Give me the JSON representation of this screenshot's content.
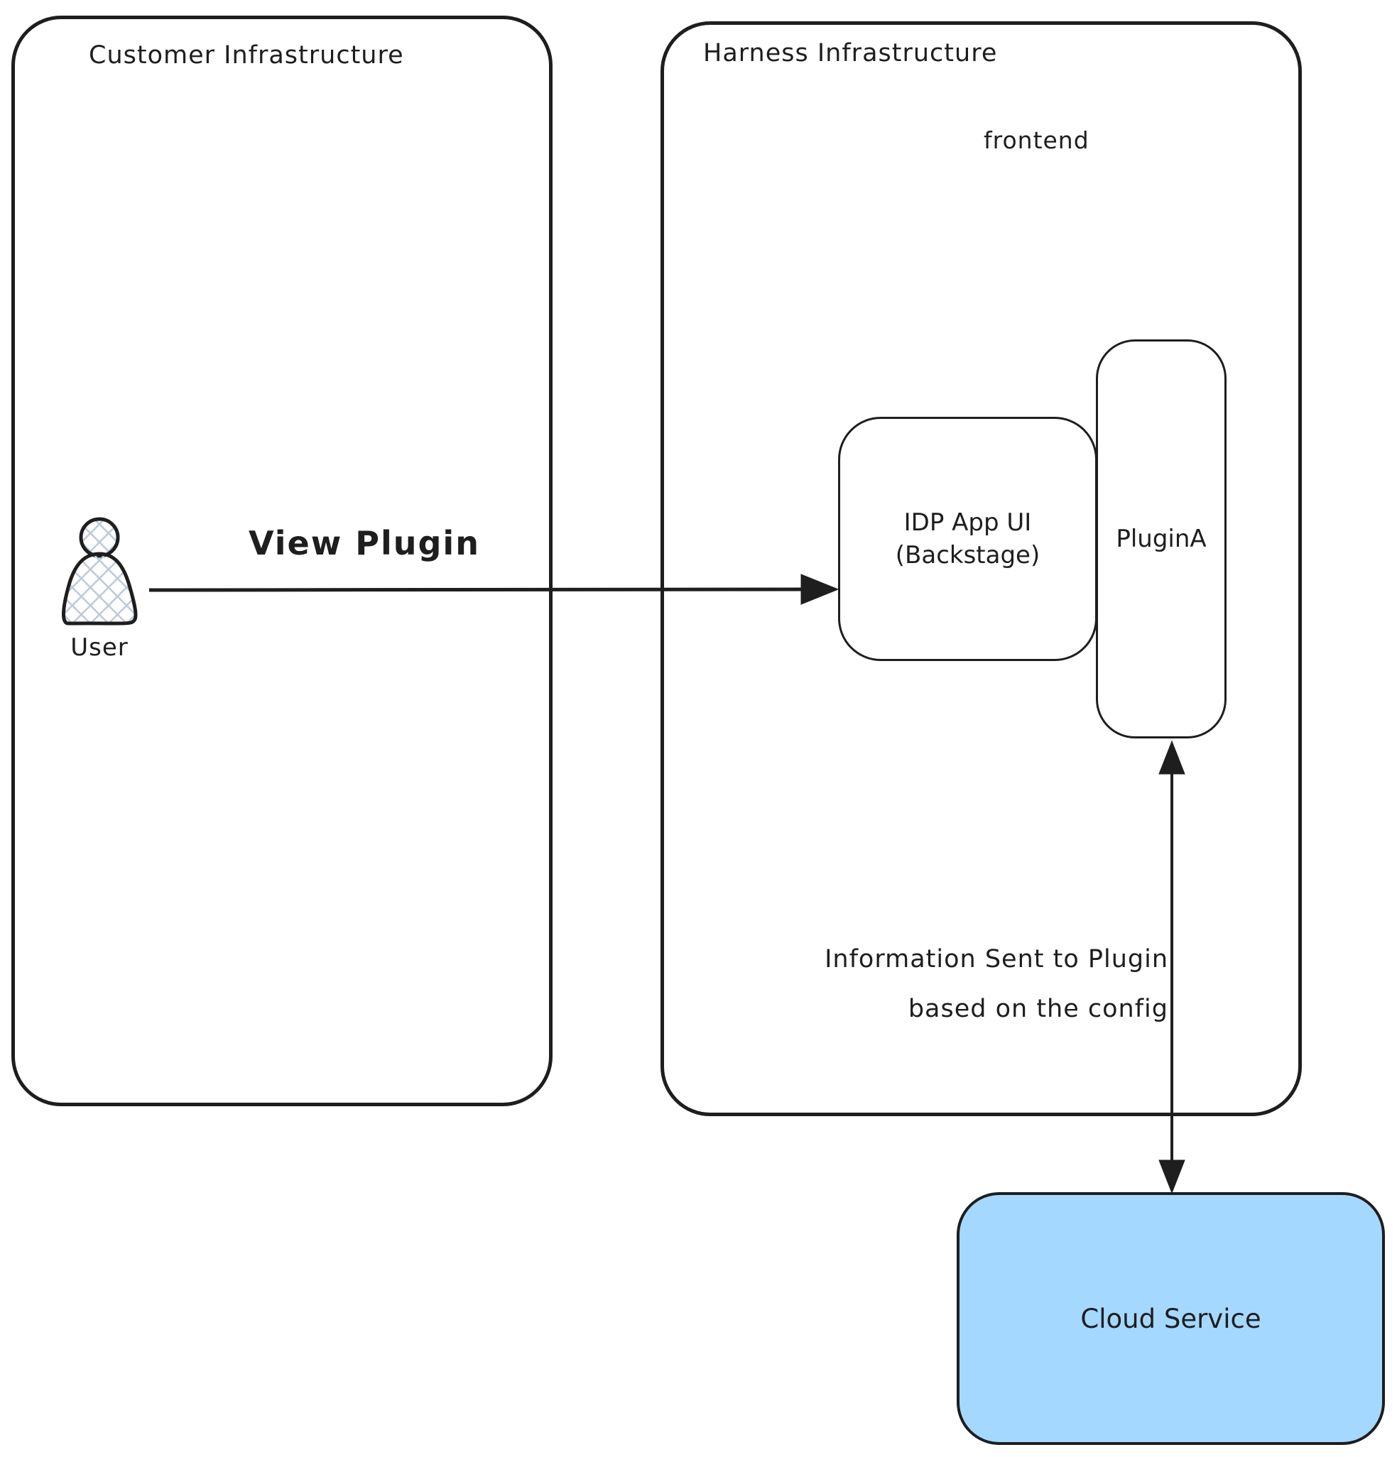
{
  "canvas": {
    "background": "#ffffff",
    "stroke_color": "#1e1e1e"
  },
  "customer_box": {
    "label": "Customer Infrastructure"
  },
  "harness_box": {
    "label": "Harness Infrastructure",
    "sublabel": "frontend"
  },
  "idp_box": {
    "line1": "IDP App UI",
    "line2": "(Backstage)"
  },
  "plugin_box": {
    "label": "PluginA"
  },
  "user": {
    "label": "User"
  },
  "arrows": {
    "view_plugin": {
      "label": "View Plugin"
    },
    "info": {
      "line1": "Information Sent to Plugin",
      "line2": "based on the config"
    }
  },
  "cloud_box": {
    "label": "Cloud Service",
    "fill": "#a5d8ff"
  }
}
